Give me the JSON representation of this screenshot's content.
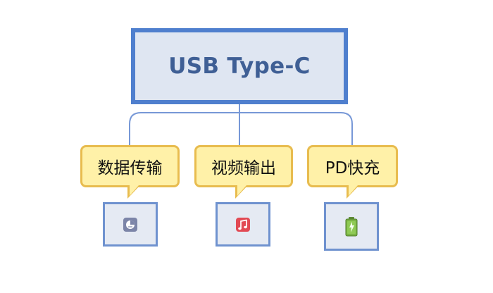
{
  "root": {
    "title": "USB Type-C"
  },
  "branches": [
    {
      "label": "数据传输",
      "icon": "data-transfer-icon"
    },
    {
      "label": "视频输出",
      "icon": "music-icon"
    },
    {
      "label": "PD快充",
      "icon": "battery-charging-icon"
    }
  ],
  "colors": {
    "root_border": "#4f7fce",
    "root_fill": "#dfe6f2",
    "root_text": "#3f5f95",
    "connector": "#7798d7",
    "callout_border": "#e8bc4f",
    "callout_fill": "#fff1a8",
    "icon_box_border": "#6f92cf",
    "icon_box_fill": "#e5eaf3"
  }
}
